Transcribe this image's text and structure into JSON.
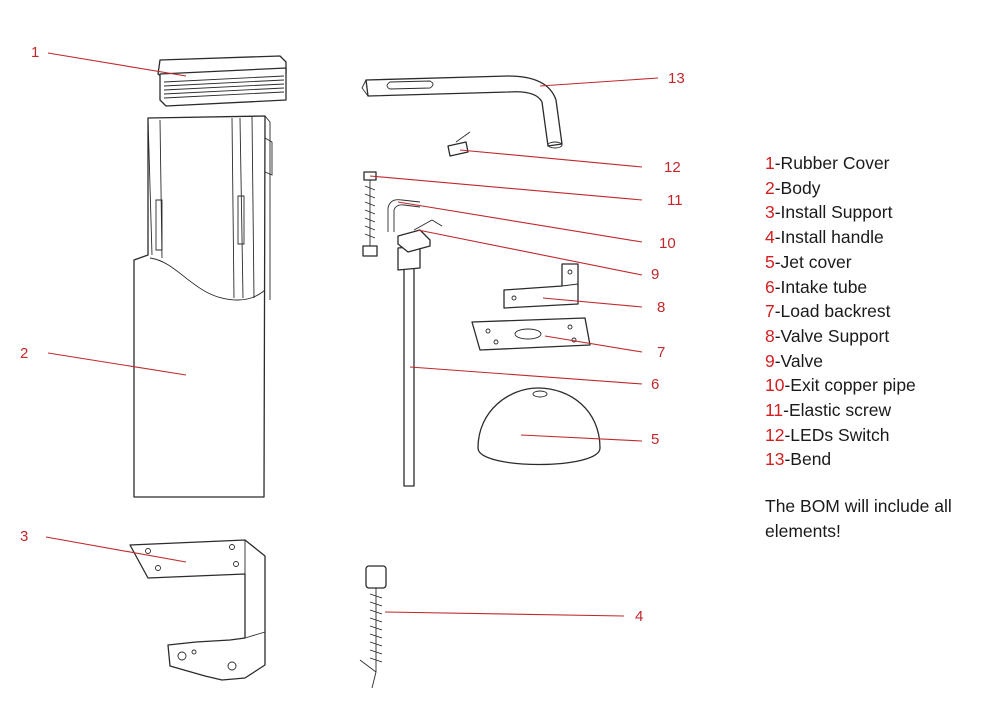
{
  "callouts": [
    "1",
    "2",
    "3",
    "4",
    "5",
    "6",
    "7",
    "8",
    "9",
    "10",
    "11",
    "12",
    "13"
  ],
  "legend": [
    {
      "num": "1",
      "label": "-Rubber Cover"
    },
    {
      "num": "2",
      "label": "-Body"
    },
    {
      "num": "3",
      "label": "-Install Support"
    },
    {
      "num": "4",
      "label": "-Install handle"
    },
    {
      "num": "5",
      "label": "-Jet cover"
    },
    {
      "num": "6",
      "label": "-Intake tube"
    },
    {
      "num": "7",
      "label": "-Load backrest"
    },
    {
      "num": "8",
      "label": "-Valve Support"
    },
    {
      "num": "9",
      "label": "-Valve"
    },
    {
      "num": "10",
      "label": "-Exit copper pipe"
    },
    {
      "num": "11",
      "label": "-Elastic screw"
    },
    {
      "num": "12",
      "label": "-LEDs Switch"
    },
    {
      "num": "13",
      "label": "-Bend"
    }
  ],
  "note": "The BOM will include all elements!",
  "colors": {
    "callout": "#c0282b",
    "line": "#2b2b2b",
    "text": "#1a1a1a"
  }
}
